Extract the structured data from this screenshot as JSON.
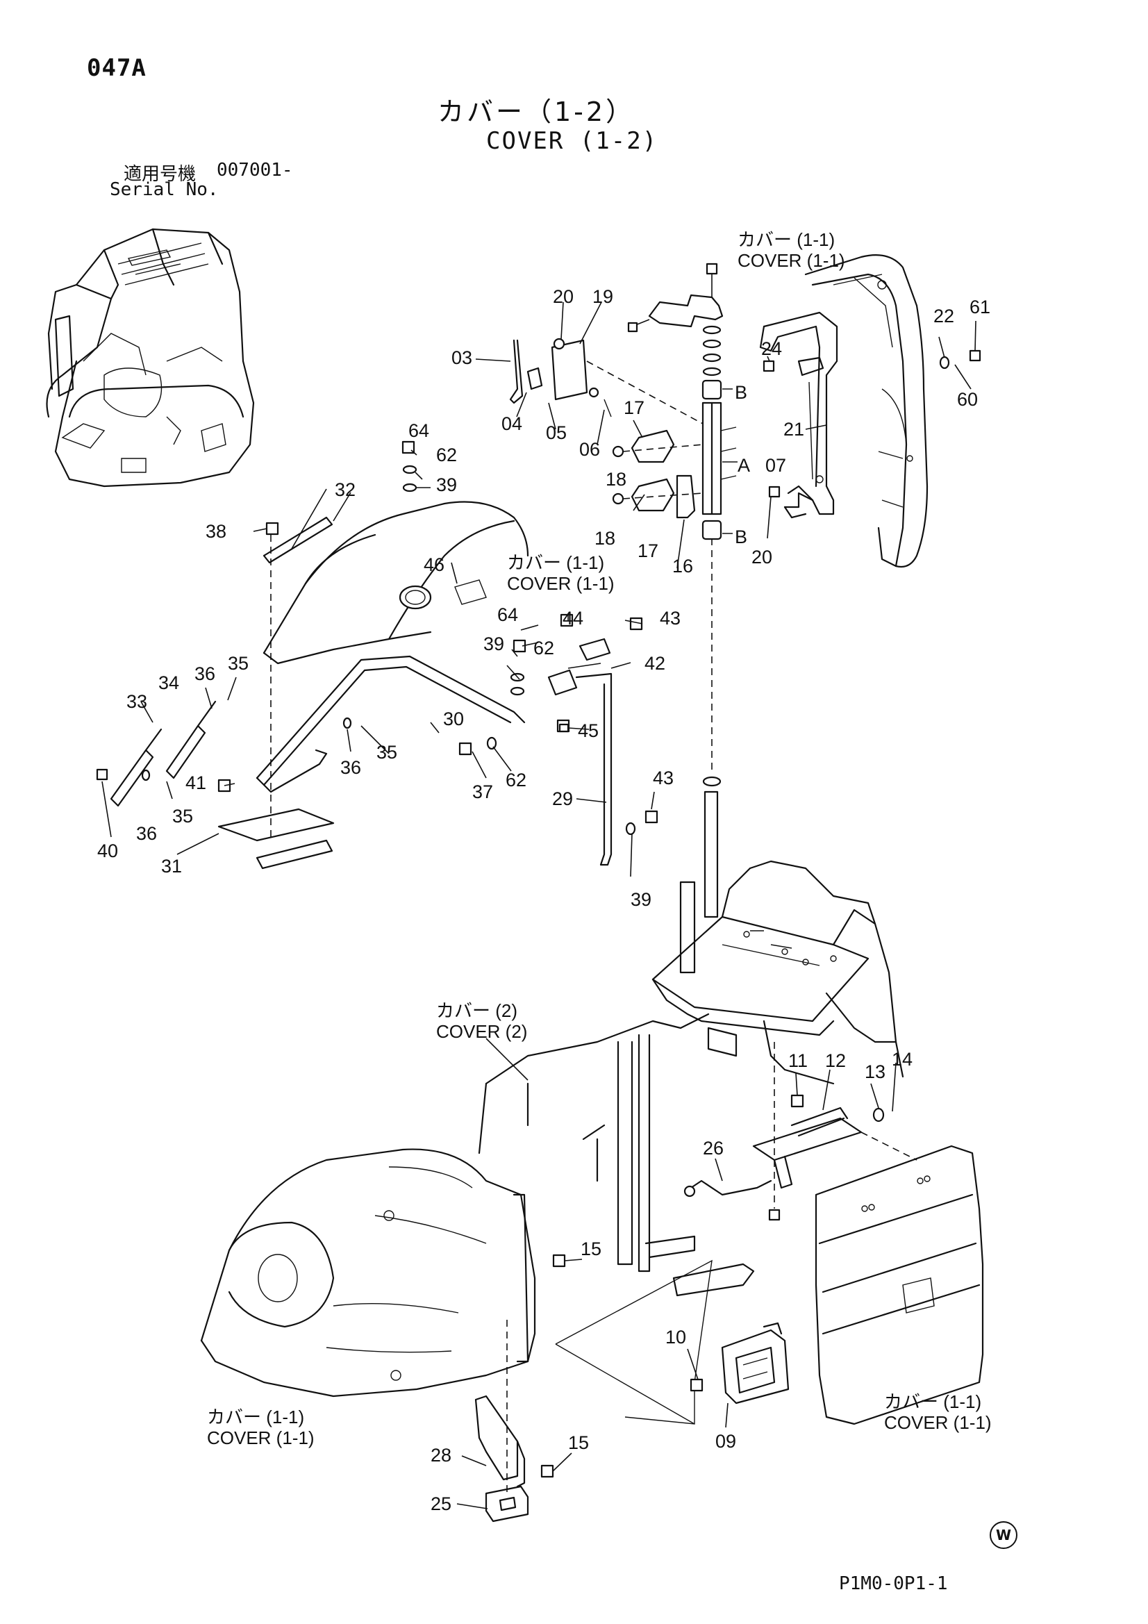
{
  "header": {
    "page_code": "047A",
    "title_jp": "カバー（1-2）",
    "title_en": "COVER (1-2)",
    "serial_label_jp": "適用号機",
    "serial_value": "007001-",
    "serial_label_en": "Serial No."
  },
  "footer": {
    "drawing_code": "P1M0-0P1-1",
    "watermark_symbol": "W"
  },
  "callouts": {
    "p03": "03",
    "p04": "04",
    "p05": "05",
    "p06": "06",
    "p07": "07",
    "p09": "09",
    "p10": "10",
    "p11": "11",
    "p12": "12",
    "p13": "13",
    "p14": "14",
    "p15a": "15",
    "p15b": "15",
    "p16": "16",
    "p17a": "17",
    "p17b": "17",
    "p18a": "18",
    "p18b": "18",
    "p19": "19",
    "p20a": "20",
    "p20b": "20",
    "p21": "21",
    "p22": "22",
    "p24": "24",
    "p25": "25",
    "p26": "26",
    "p28": "28",
    "p29": "29",
    "p30": "30",
    "p31": "31",
    "p32": "32",
    "p33": "33",
    "p34": "34",
    "p35a": "35",
    "p35b": "35",
    "p35c": "35",
    "p36a": "36",
    "p36b": "36",
    "p36c": "36",
    "p37": "37",
    "p38": "38",
    "p39a": "39",
    "p39b": "39",
    "p39c": "39",
    "p40": "40",
    "p41": "41",
    "p42": "42",
    "p43a": "43",
    "p43b": "43",
    "p44": "44",
    "p45": "45",
    "p46": "46",
    "p60": "60",
    "p61": "61",
    "p62a": "62",
    "p62b": "62",
    "p62c": "62",
    "p64a": "64",
    "p64b": "64",
    "refA": "A",
    "refB1": "B",
    "refB2": "B"
  },
  "cover_refs": {
    "top_right": {
      "jp": "カバー (1-1)",
      "en": "COVER (1-1)"
    },
    "middle": {
      "jp": "カバー (1-1)",
      "en": "COVER (1-1)"
    },
    "cover2": {
      "jp": "カバー (2)",
      "en": "COVER (2)"
    },
    "bottom_left": {
      "jp": "カバー (1-1)",
      "en": "COVER (1-1)"
    },
    "bottom_right": {
      "jp": "カバー (1-1)",
      "en": "COVER (1-1)"
    }
  }
}
